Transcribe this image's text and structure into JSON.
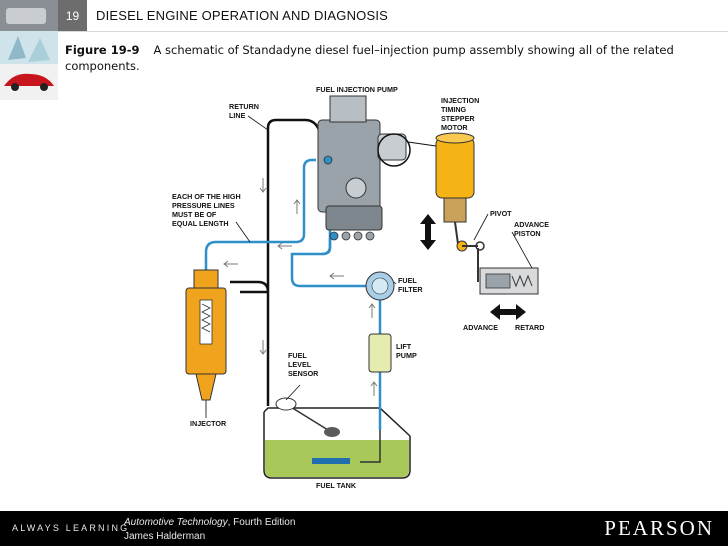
{
  "header": {
    "chapter_number": "19",
    "chapter_title": "DIESEL ENGINE OPERATION AND DIAGNOSIS"
  },
  "caption": {
    "figure_number": "Figure 19-9",
    "text": "A schematic of Standadyne diesel fuel–injection pump assembly showing all of the related components."
  },
  "diagram_labels": {
    "fuel_injection_pump": "FUEL INJECTION PUMP",
    "return_line": [
      "RETURN",
      "LINE"
    ],
    "injection_timing_stepper_motor": [
      "INJECTION",
      "TIMING",
      "STEPPER",
      "MOTOR"
    ],
    "high_pressure_lines": [
      "EACH OF THE HIGH",
      "PRESSURE LINES",
      "MUST BE OF",
      "EQUAL LENGTH"
    ],
    "pivot": "PIVOT",
    "advance_piston": [
      "ADVANCE",
      "PISTON"
    ],
    "fuel_filter": [
      "FUEL",
      "FILTER"
    ],
    "advance": "ADVANCE",
    "retard": "RETARD",
    "lift_pump": [
      "LIFT",
      "PUMP"
    ],
    "fuel_level_sensor": [
      "FUEL",
      "LEVEL",
      "SENSOR"
    ],
    "injector": "INJECTOR",
    "fuel_tank": "FUEL TANK"
  },
  "colors": {
    "fuel_line_blue": "#2e8fc9",
    "return_line_black": "#111111",
    "injector_orange": "#f0a31c",
    "stepper_yellow": "#f6b316",
    "fuel_green": "#a8c85a",
    "pump_gray": "#9aa3aa"
  },
  "footer": {
    "brand_tagline": "ALWAYS LEARNING",
    "book_title": "Automotive Technology",
    "book_edition": ", Fourth Edition",
    "author": "James Halderman",
    "publisher": "PEARSON"
  }
}
